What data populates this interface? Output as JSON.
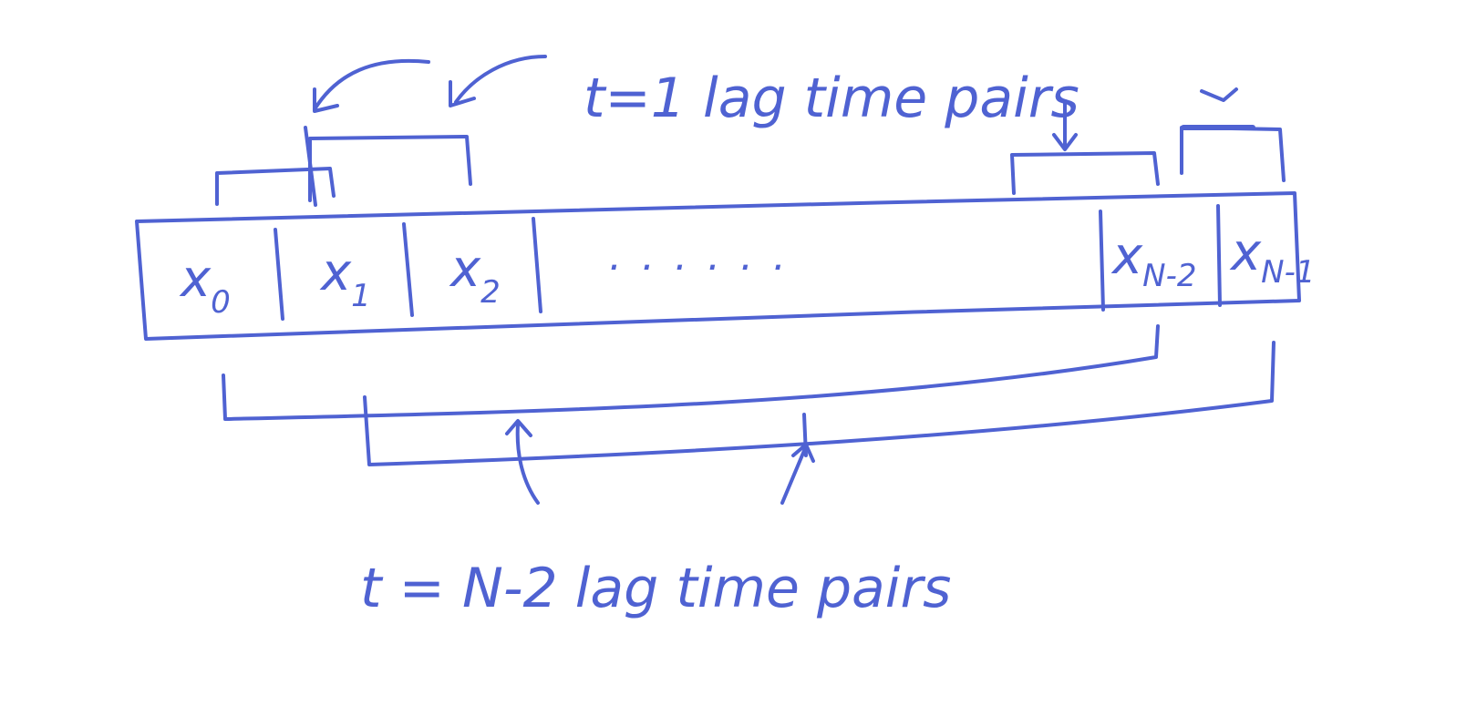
{
  "annotations": {
    "top_label": "t=1 lag time pairs",
    "bottom_label": "t = N-2 lag time pairs"
  },
  "array": {
    "cells": [
      {
        "base": "x",
        "sub": "0"
      },
      {
        "base": "x",
        "sub": "1"
      },
      {
        "base": "x",
        "sub": "2"
      },
      {
        "base": "x",
        "sub": "N-2"
      },
      {
        "base": "x",
        "sub": "N-1"
      }
    ],
    "ellipsis": "......"
  },
  "style": {
    "ink_color": "#4f62d2",
    "background": "#ffffff"
  }
}
